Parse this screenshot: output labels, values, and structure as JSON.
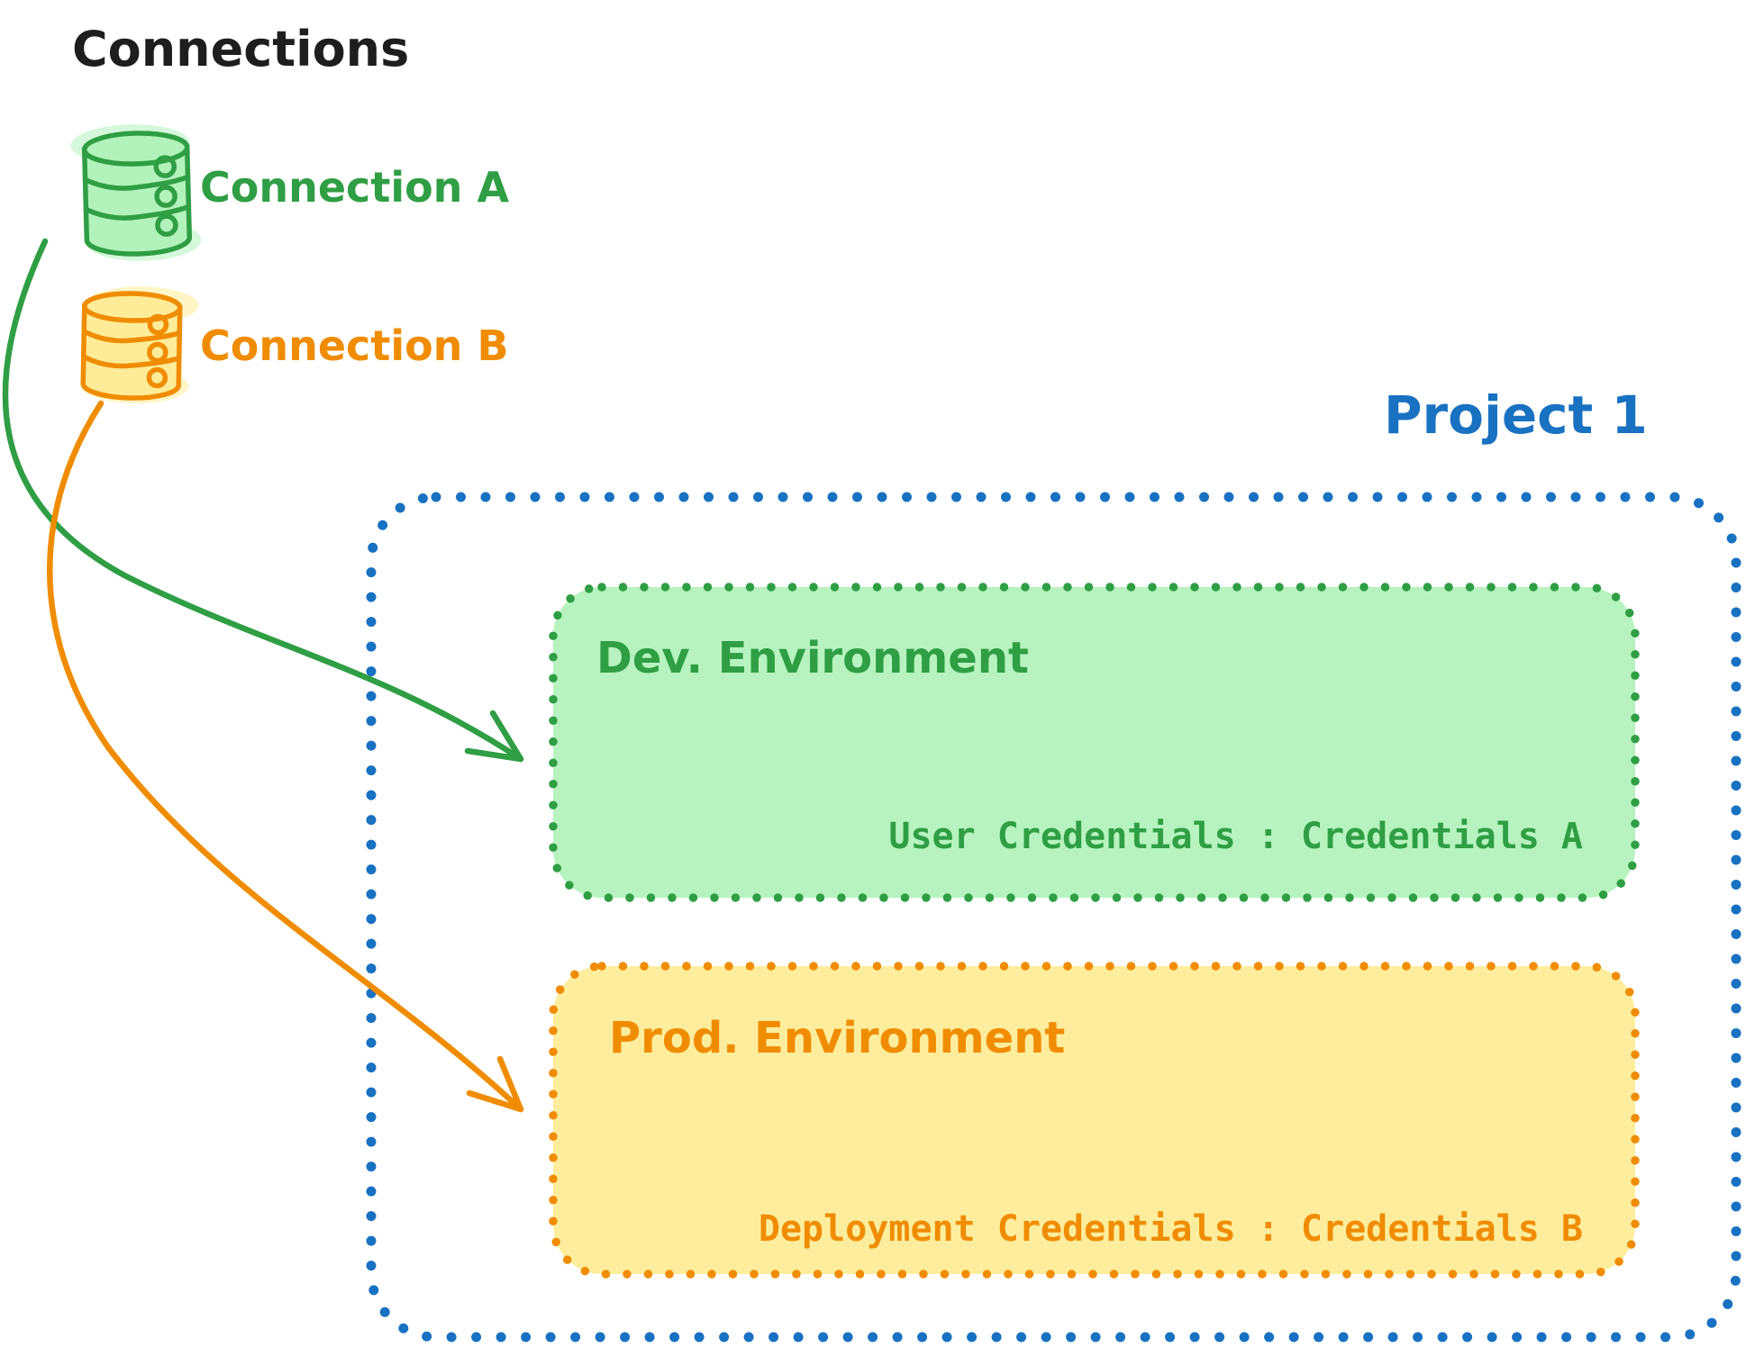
{
  "colors": {
    "background": "#ffffff",
    "black": "#1e1e1e",
    "green_stroke": "#2f9e44",
    "green_fill": "#b2f2bb",
    "orange_stroke": "#f08c00",
    "orange_fill": "#ffec99",
    "blue_stroke": "#1971c2"
  },
  "legend": {
    "title": "Connections",
    "items": [
      {
        "label": "Connection A",
        "color": "green",
        "icon": "database-icon"
      },
      {
        "label": "Connection B",
        "color": "orange",
        "icon": "database-icon"
      }
    ]
  },
  "project": {
    "title": "Project 1",
    "environments": [
      {
        "title": "Dev. Environment",
        "credentials": "User Credentials : Credentials A",
        "color": "green"
      },
      {
        "title": "Prod. Environment",
        "credentials": "Deployment Credentials : Credentials B",
        "color": "orange"
      }
    ]
  },
  "arrows": [
    {
      "name": "connection-a-to-dev",
      "from": "Connection A",
      "to": "Dev. Environment",
      "color": "green"
    },
    {
      "name": "connection-b-to-prod",
      "from": "Connection B",
      "to": "Prod. Environment",
      "color": "orange"
    }
  ]
}
